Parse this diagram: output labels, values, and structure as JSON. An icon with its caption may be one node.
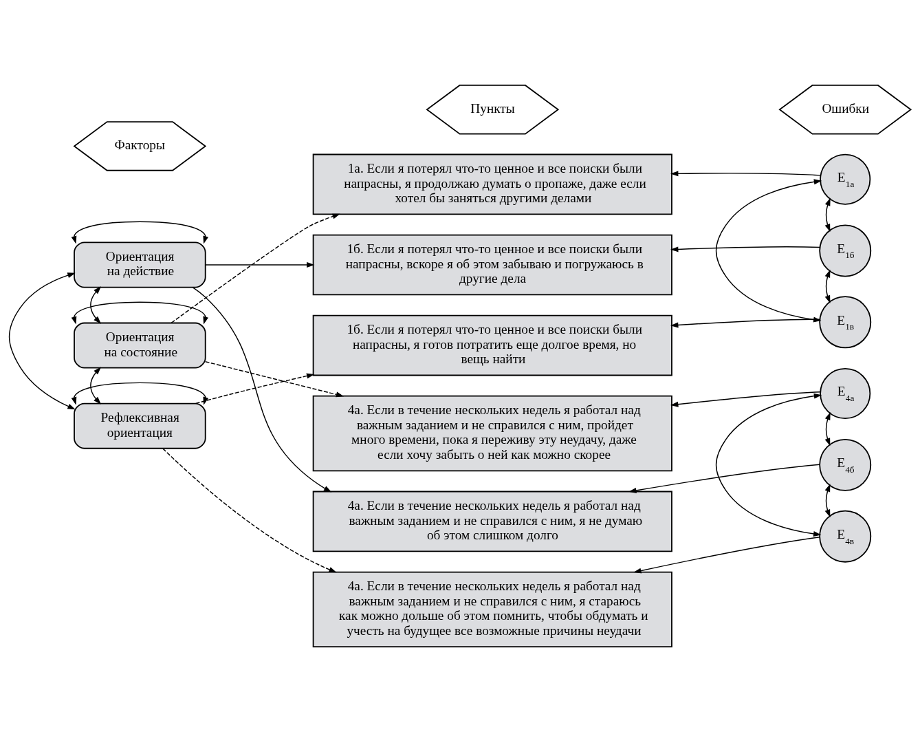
{
  "diagram": {
    "nodes": [
      {
        "text": [
          "Факторы"
        ]
      },
      {
        "text": [
          "Пункты"
        ]
      },
      {
        "text": [
          "Ошибки"
        ]
      },
      {
        "text": [
          "Ориентация на действие"
        ]
      },
      {
        "text": [
          "Ориентация на состояние"
        ]
      },
      {
        "text": [
          "Рефлексивная ориентация"
        ]
      },
      {
        "text": [
          "1а. Если я потерял что-то ценное и все поиски были напрасны, я продолжаю думать о пропаже, даже если хотел бы заняться другими делами"
        ]
      },
      {
        "text": [
          "1б. Если я потерял что-то ценное и все поиски были напрасны, вскоре я об этом забываю и погружаюсь в другие дела"
        ]
      },
      {
        "text": [
          "1б. Если я потерял что-то ценное и все поиски были напрасны, я готов потратить еще долгое время, но вещь найти"
        ]
      },
      {
        "text": [
          "4а. Если в течение нескольких недель я работал над важным заданием и не справился с ним, пройдет много времени, пока я переживу эту неудачу, даже если хочу забыть о ней как можно скорее"
        ]
      },
      {
        "text": [
          "4а. Если в течение нескольких недель я работал над важным заданием и не справился с ним, я не думаю об этом слишком долго"
        ]
      },
      {
        "text": [
          "4а. Если в течение нескольких недель я работал над важным заданием и не справился с ним, я стараюсь как можно дольше об этом помнить, чтобы обдумать и учесть на будущее все возможные причины неудачи"
        ]
      },
      {
        "text": [
          "E$_{1а}$"
        ]
      },
      {
        "text": [
          "E$_{1б}$"
        ]
      },
      {
        "text": [
          "E$_{1в}$"
        ]
      },
      {
        "text": [
          "E$_{4а}$"
        ]
      },
      {
        "text": [
          "E$_{4б}$"
        ]
      },
      {
        "text": [
          "E$_{4в}$"
        ]
      }
    ],
    "edges": [
      {
        "from": 3,
        "to": 3,
        "arrow": "both"
      },
      {
        "from": 4,
        "to": 4,
        "arrow": "both"
      },
      {
        "from": 5,
        "to": 5,
        "arrow": "both"
      },
      {
        "from": 3,
        "to": 4,
        "arrow": "both"
      },
      {
        "from": 4,
        "to": 5,
        "arrow": "both"
      },
      {
        "from": 3,
        "to": 5,
        "arrow": "both"
      },
      {
        "from": 3,
        "to": 7,
        "arrow": "to"
      },
      {
        "from": 3,
        "to": 10,
        "arrow": "to"
      },
      {
        "from": 4,
        "to": 6,
        "arrow": "to",
        "style": "dashed"
      },
      {
        "from": 4,
        "to": 9,
        "arrow": "to",
        "style": "dashed"
      },
      {
        "from": 5,
        "to": 8,
        "arrow": "to",
        "style": "dashed"
      },
      {
        "from": 5,
        "to": 11,
        "arrow": "to",
        "style": "dashed"
      },
      {
        "from": 12,
        "to": 6,
        "arrow": "to"
      },
      {
        "from": 13,
        "to": 7,
        "arrow": "to"
      },
      {
        "from": 14,
        "to": 8,
        "arrow": "to"
      },
      {
        "from": 15,
        "to": 9,
        "arrow": "to"
      },
      {
        "from": 16,
        "to": 10,
        "arrow": "to"
      },
      {
        "from": 17,
        "to": 11,
        "arrow": "to"
      },
      {
        "from": 12,
        "to": 13,
        "arrow": "both"
      },
      {
        "from": 13,
        "to": 14,
        "arrow": "both"
      },
      {
        "from": 12,
        "to": 14,
        "arrow": "both"
      },
      {
        "from": 15,
        "to": 16,
        "arrow": "both"
      },
      {
        "from": 16,
        "to": 17,
        "arrow": "both"
      },
      {
        "from": 15,
        "to": 17,
        "arrow": "both"
      }
    ]
  }
}
